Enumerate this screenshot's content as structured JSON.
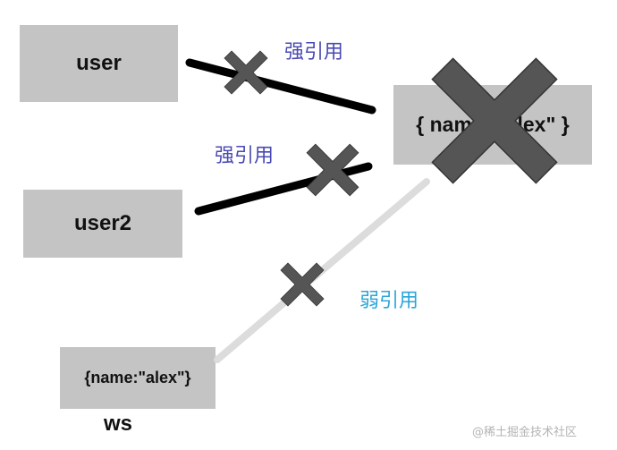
{
  "nodes": {
    "user": {
      "label": "user"
    },
    "user2": {
      "label": "user2"
    },
    "object": {
      "label": "{ name: \"alex\" }"
    },
    "ws_value": {
      "label": "{name:\"alex\"}"
    },
    "ws_name": {
      "label": "ws"
    }
  },
  "edges": {
    "user_ref": {
      "label": "强引用",
      "kind": "strong"
    },
    "user2_ref": {
      "label": "强引用",
      "kind": "strong"
    },
    "ws_ref": {
      "label": "弱引用",
      "kind": "weak"
    }
  },
  "watermark": "@稀土掘金技术社区",
  "colors": {
    "box_fill": "#c4c4c4",
    "strong_line": "#000000",
    "weak_line": "#dcdcdc",
    "cross_fill": "#555555",
    "strong_label": "#4a4ab4",
    "weak_label": "#2aa6d8"
  }
}
